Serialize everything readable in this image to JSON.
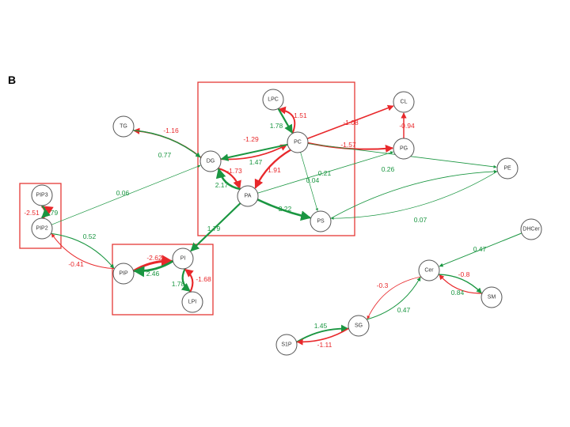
{
  "panel_label": "B",
  "colors": {
    "positive": "#1a9641",
    "negative": "#e8282b",
    "box": "#e53935",
    "node_stroke": "#555555"
  },
  "nodes": [
    {
      "id": "LPC",
      "label": "LPC"
    },
    {
      "id": "CL",
      "label": "CL"
    },
    {
      "id": "TG",
      "label": "TG"
    },
    {
      "id": "PC",
      "label": "PC"
    },
    {
      "id": "PG",
      "label": "PG"
    },
    {
      "id": "DG",
      "label": "DG"
    },
    {
      "id": "PE",
      "label": "PE"
    },
    {
      "id": "PA",
      "label": "PA"
    },
    {
      "id": "PS",
      "label": "PS"
    },
    {
      "id": "PIP3",
      "label": "PIP3"
    },
    {
      "id": "PIP2",
      "label": "PIP2"
    },
    {
      "id": "PI",
      "label": "PI"
    },
    {
      "id": "PIP",
      "label": "PIP"
    },
    {
      "id": "LPI",
      "label": "LPI"
    },
    {
      "id": "DHCer",
      "label": "DHCer"
    },
    {
      "id": "Cer",
      "label": "Cer"
    },
    {
      "id": "SM",
      "label": "SM"
    },
    {
      "id": "SG",
      "label": "SG"
    },
    {
      "id": "S1P",
      "label": "S1P"
    }
  ],
  "edges": [
    {
      "from": "PC",
      "to": "LPC",
      "label": "-1.51",
      "sign": "neg"
    },
    {
      "from": "LPC",
      "to": "PC",
      "label": "1.78",
      "sign": "pos"
    },
    {
      "from": "PC",
      "to": "CL",
      "label": "-1.08",
      "sign": "neg"
    },
    {
      "from": "PG",
      "to": "CL",
      "label": "-0.94",
      "sign": "neg"
    },
    {
      "from": "PC",
      "to": "PG",
      "label": "-1.57",
      "sign": "neg"
    },
    {
      "from": "DG",
      "to": "TG",
      "label": "-1.16",
      "sign": "neg"
    },
    {
      "from": "TG",
      "to": "DG",
      "label": "0.77",
      "sign": "pos"
    },
    {
      "from": "DG",
      "to": "PC",
      "label": "-1.29",
      "sign": "neg"
    },
    {
      "from": "PC",
      "to": "DG",
      "label": "1.47",
      "sign": "pos"
    },
    {
      "from": "DG",
      "to": "PA",
      "label": "-1.73",
      "sign": "neg"
    },
    {
      "from": "PA",
      "to": "DG",
      "label": "2.17",
      "sign": "pos"
    },
    {
      "from": "PC",
      "to": "PA",
      "label": "-1.91",
      "sign": "neg"
    },
    {
      "from": "PA",
      "to": "PG",
      "label": "0.21",
      "sign": "pos"
    },
    {
      "from": "PC",
      "to": "PS",
      "label": "0.04",
      "sign": "pos"
    },
    {
      "from": "PS",
      "to": "PE",
      "label": "0.26",
      "sign": "pos"
    },
    {
      "from": "PE",
      "to": "PS",
      "label": "0.07",
      "sign": "pos"
    },
    {
      "from": "PA",
      "to": "PS",
      "label": "2.22",
      "sign": "pos"
    },
    {
      "from": "PIP2",
      "to": "DG",
      "label": "0.06",
      "sign": "pos"
    },
    {
      "from": "PIP2",
      "to": "PIP3",
      "label": "-2.51",
      "sign": "neg"
    },
    {
      "from": "PIP3",
      "to": "PIP2",
      "label": "1.79",
      "sign": "pos"
    },
    {
      "from": "PIP2",
      "to": "PIP",
      "label": "0.52",
      "sign": "pos"
    },
    {
      "from": "PIP",
      "to": "PIP2",
      "label": "-0.41",
      "sign": "neg"
    },
    {
      "from": "PA",
      "to": "PI",
      "label": "1.79",
      "sign": "pos"
    },
    {
      "from": "PIP",
      "to": "PI",
      "label": "-2.62",
      "sign": "neg"
    },
    {
      "from": "PI",
      "to": "PIP",
      "label": "2.46",
      "sign": "pos"
    },
    {
      "from": "PI",
      "to": "LPI",
      "label": "1.78",
      "sign": "pos"
    },
    {
      "from": "LPI",
      "to": "PI",
      "label": "-1.68",
      "sign": "neg"
    },
    {
      "from": "DHCer",
      "to": "Cer",
      "label": "0.47",
      "sign": "pos"
    },
    {
      "from": "SM",
      "to": "Cer",
      "label": "-0.8",
      "sign": "neg"
    },
    {
      "from": "Cer",
      "to": "SM",
      "label": "0.84",
      "sign": "pos"
    },
    {
      "from": "Cer",
      "to": "SG",
      "label": "-0.3",
      "sign": "neg"
    },
    {
      "from": "SG",
      "to": "Cer",
      "label": "0.47",
      "sign": "pos"
    },
    {
      "from": "S1P",
      "to": "SG",
      "label": "1.45",
      "sign": "pos"
    },
    {
      "from": "SG",
      "to": "S1P",
      "label": "-1.11",
      "sign": "neg"
    },
    {
      "from": "PC",
      "to": "PE",
      "label": "",
      "sign": "pos"
    }
  ],
  "groups": [
    {
      "id": "glycerophospholipid-box"
    },
    {
      "id": "pip-box"
    },
    {
      "id": "phosphoinositide-box"
    }
  ]
}
